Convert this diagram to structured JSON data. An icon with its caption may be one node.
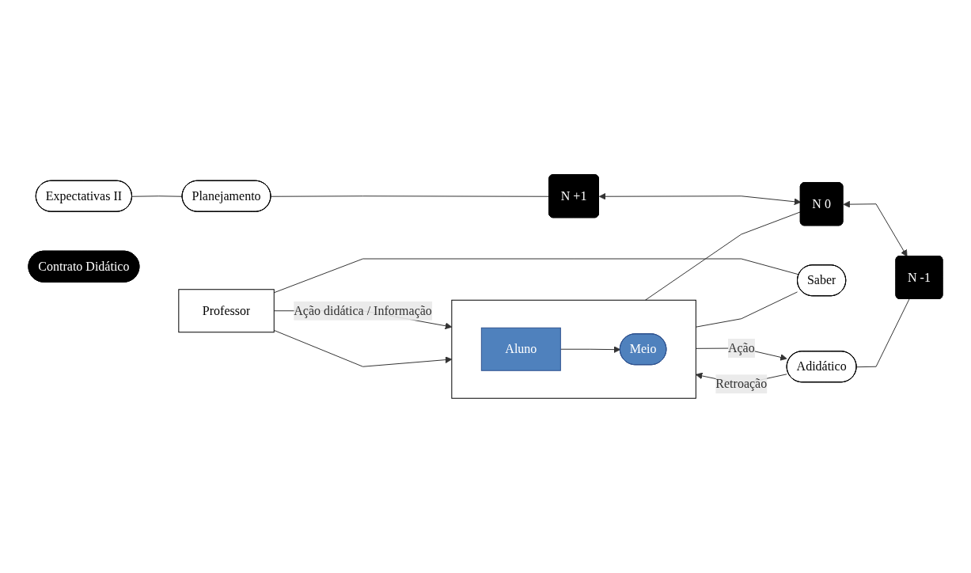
{
  "diagram": {
    "nodes": [
      {
        "text": [
          "Expectativas II"
        ]
      },
      {
        "text": [
          "Planejamento"
        ]
      },
      {
        "text": [
          "N +1"
        ]
      },
      {
        "text": [
          "Professor"
        ]
      },
      {
        "text": [],
        "shape": "box"
      },
      {
        "text": [
          "Aluno"
        ],
        "in": 4
      },
      {
        "text": [
          "Meio"
        ],
        "in": 4
      },
      {
        "text": [
          "N 0"
        ]
      },
      {
        "text": [
          "Contrato Didático"
        ]
      },
      {
        "text": [
          "Saber"
        ]
      },
      {
        "text": [
          "Adidático"
        ]
      },
      {
        "text": [
          "N -1"
        ]
      }
    ],
    "edges": [
      {
        "from": 0,
        "to": 1,
        "arrow": "none"
      },
      {
        "from": 1,
        "to": 2,
        "arrow": "none"
      },
      {
        "from": 2,
        "to": 7,
        "arrow": "both"
      },
      {
        "from": 3,
        "to": 4,
        "arrow": "to",
        "label": "Ação didática / Informação"
      },
      {
        "from": 3,
        "to": 4,
        "arrow": "to"
      },
      {
        "from": 5,
        "to": 6,
        "arrow": "to"
      },
      {
        "from": 4,
        "to": 7,
        "arrow": "none"
      },
      {
        "from": 7,
        "to": 11,
        "arrow": "both"
      },
      {
        "from": 3,
        "to": 9,
        "arrow": "none"
      },
      {
        "from": 4,
        "to": 9,
        "arrow": "none"
      },
      {
        "from": 4,
        "to": 10,
        "arrow": "to",
        "label": "Ação"
      },
      {
        "from": 10,
        "to": 4,
        "arrow": "to",
        "label": "Retroação"
      },
      {
        "from": 10,
        "to": 11,
        "arrow": "none"
      }
    ]
  }
}
